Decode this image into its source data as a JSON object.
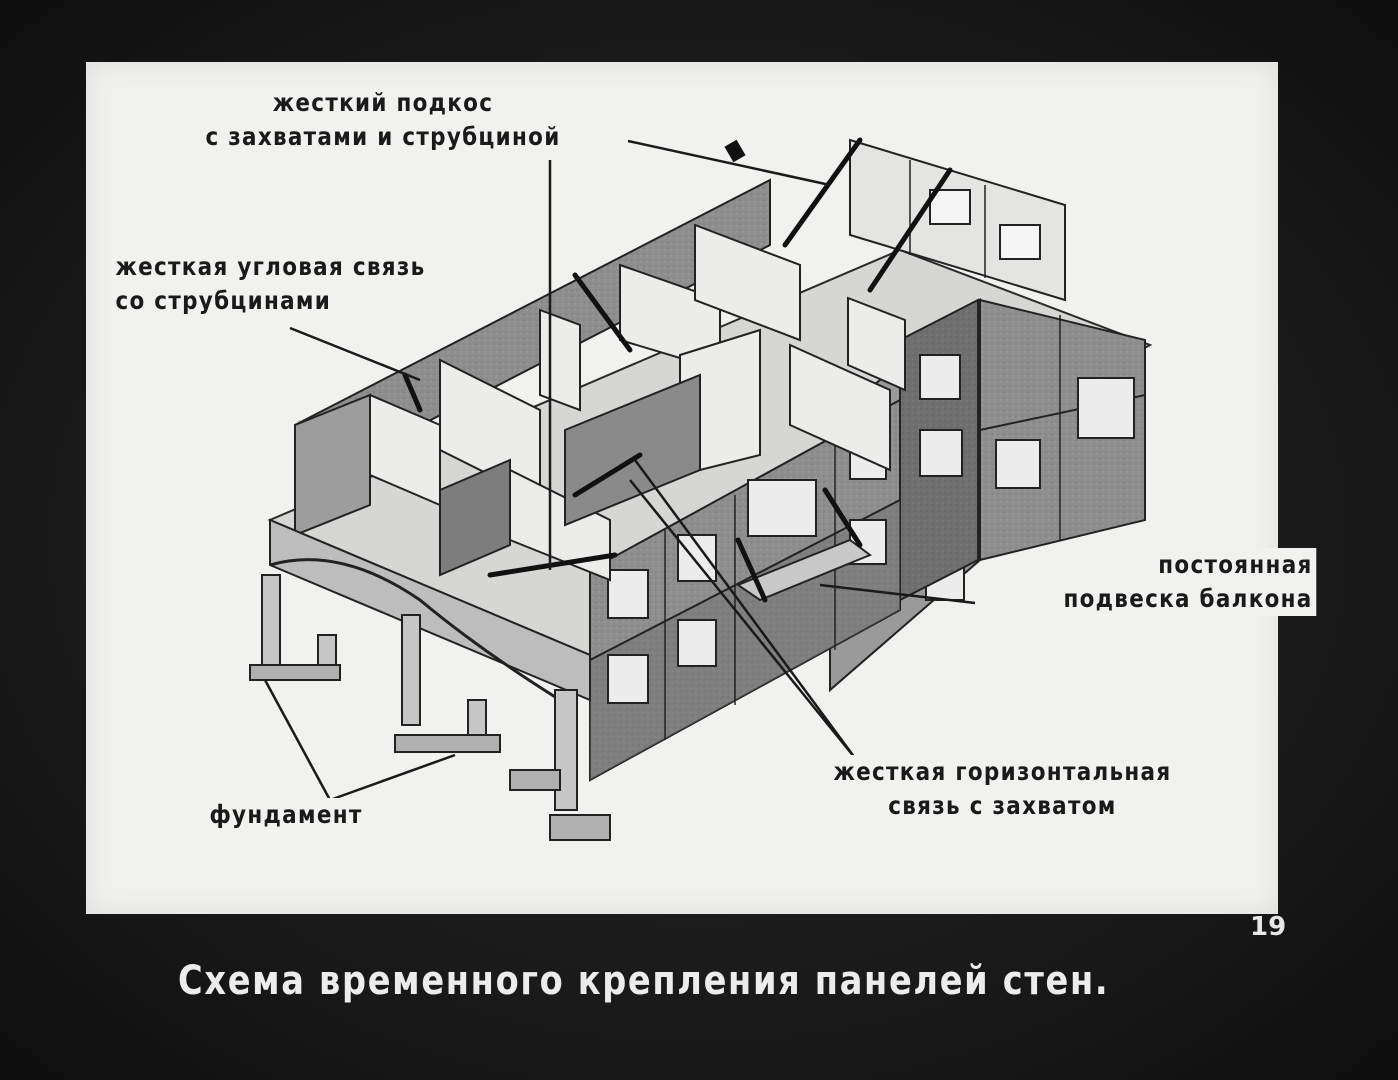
{
  "labels": {
    "brace": [
      "жесткий подкос",
      "с захватами и струбциной"
    ],
    "corner_tie": [
      "жесткая угловая связь",
      "со струбцинами"
    ],
    "balcony": [
      "постоянная",
      "подвеска балкона"
    ],
    "horizontal_tie": [
      "жесткая горизонтальная",
      "связь с захватом"
    ],
    "foundation": "фундамент"
  },
  "caption": "Схема временного крепления панелей стен.",
  "page_number": "19"
}
